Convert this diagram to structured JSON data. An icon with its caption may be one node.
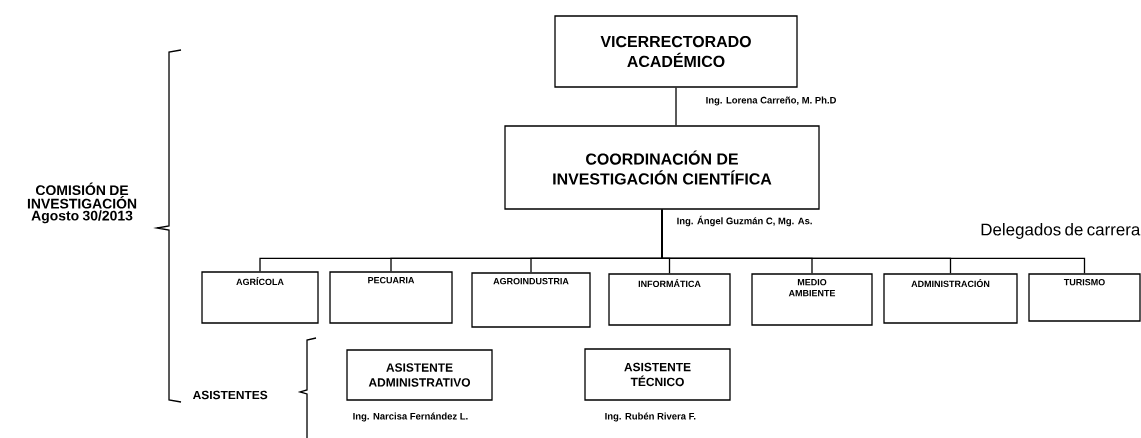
{
  "diagram": {
    "nodes": [
      {
        "text": [
          "VICERRECTORADO ACADÉMICO"
        ],
        "beside": [
          "Ing. Lorena Carreño, M. Ph.D"
        ]
      },
      {
        "text": [
          "COORDINACIÓN DE INVESTIGACIÓN CIENTÍFICA"
        ],
        "beside": [
          "Ing. Ángel Guzmán C, Mg. As."
        ]
      },
      {
        "text": [
          "AGRÍCOLA"
        ]
      },
      {
        "text": [
          "PECUARIA"
        ]
      },
      {
        "text": [
          "AGROINDUSTRIA"
        ]
      },
      {
        "text": [
          "INFORMÁTICA"
        ]
      },
      {
        "text": [
          "MEDIO AMBIENTE"
        ]
      },
      {
        "text": [
          "ADMINISTRACIÓN"
        ]
      },
      {
        "text": [
          "TURISMO"
        ]
      },
      {
        "text": [
          "ASISTENTE ADMINISTRATIVO"
        ],
        "beside": [
          "Ing. Narcisa Fernández L."
        ]
      },
      {
        "text": [
          "ASISTENTE TÉCNICO"
        ],
        "beside": [
          "Ing. Rubén Rivera F."
        ]
      }
    ],
    "edges": [
      {
        "from": 0,
        "to": 1,
        "arrow": "none"
      },
      {
        "from": 1,
        "to": 2,
        "arrow": "none"
      },
      {
        "from": 1,
        "to": 3,
        "arrow": "none"
      },
      {
        "from": 1,
        "to": 4,
        "arrow": "none"
      },
      {
        "from": 1,
        "to": 5,
        "arrow": "none"
      },
      {
        "from": 1,
        "to": 6,
        "arrow": "none"
      },
      {
        "from": 1,
        "to": 7,
        "arrow": "none"
      },
      {
        "from": 1,
        "to": 8,
        "arrow": "none"
      }
    ],
    "labels": [
      "COMISIÓN DE INVESTIGACIÓN Agosto 30/2013",
      "Delegados de carrera",
      "ASISTENTES"
    ]
  }
}
